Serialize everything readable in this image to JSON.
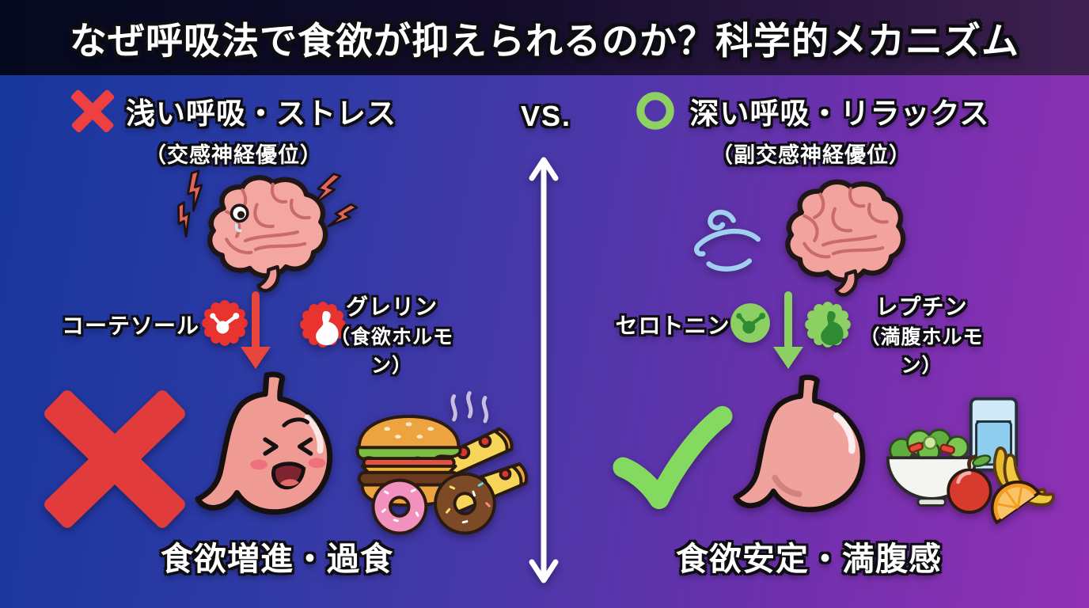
{
  "title": "なぜ呼吸法で食欲が抑えられるのか？科学的メカニズム",
  "center": {
    "vs": "VS."
  },
  "left_panel": {
    "header": "浅い呼吸・ストレス",
    "subheader": "（交感神経優位）",
    "hormone_label_1": "コーテソール",
    "hormone_label_2_line1": "グレリン",
    "hormone_label_2_line2": "（食欲ホルモン）",
    "result": "食欲増進・過食"
  },
  "right_panel": {
    "header": "深い呼吸・リラックス",
    "subheader": "（副交感神経優位）",
    "hormone_label_1": "セロトニン",
    "hormone_label_2_line1": "レプチン",
    "hormone_label_2_line2": "（満腹ホルモン）",
    "result": "食欲安定・満腹感"
  },
  "icons": {
    "left": [
      "x-mark-icon",
      "stressed-brain-icon",
      "lightning-bolts-icon",
      "cortisol-badge-icon",
      "ghrelin-badge-icon",
      "red-down-arrow-icon",
      "big-x-icon",
      "distressed-stomach-icon",
      "junk-food-icon"
    ],
    "right": [
      "circle-ok-icon",
      "calm-brain-icon",
      "breath-wind-icon",
      "serotonin-badge-icon",
      "leptin-badge-icon",
      "green-down-arrow-icon",
      "green-check-icon",
      "calm-stomach-icon",
      "healthy-food-icon"
    ],
    "center": [
      "vertical-double-arrow-icon"
    ]
  },
  "colors": {
    "bg_left": "#16369c",
    "bg_right": "#9130b4",
    "title_band_left": "#05091e",
    "title_band_right": "#3e2050",
    "negative_red": "#e23b3c",
    "positive_green": "#84d95f",
    "badge_red": "#e8332e",
    "badge_green": "#8ccf62",
    "brain_pink": "#f2a39d",
    "wind_blue": "#9fd0ef",
    "text_white": "#ffffff"
  }
}
